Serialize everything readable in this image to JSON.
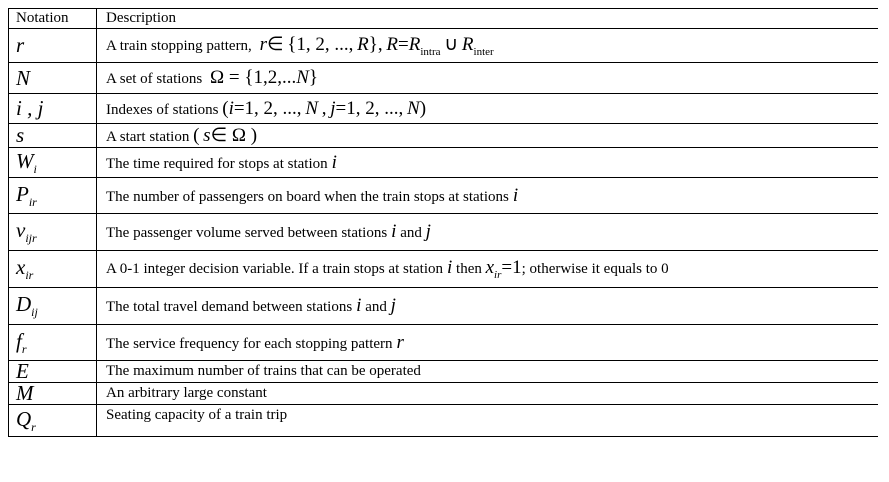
{
  "table": {
    "headers": {
      "notation": "Notation",
      "description": "Description"
    },
    "rows": [
      {
        "symbol": {
          "base": "r",
          "sub": ""
        },
        "description": {
          "text": "A train stopping pattern,",
          "formula": "r ∈ {1, 2, ..., R}, R = R_intra ∪ R_inter"
        }
      },
      {
        "symbol": {
          "base": "N",
          "sub": ""
        },
        "description": {
          "text": "A set of stations",
          "formula": "Ω = {1,2,...N}"
        }
      },
      {
        "symbol": {
          "base": "i , j",
          "sub": ""
        },
        "description": {
          "text": "Indexes of stations",
          "formula": "(i=1, 2, ..., N , j=1, 2, ..., N)"
        }
      },
      {
        "symbol": {
          "base": "s",
          "sub": ""
        },
        "description": {
          "text": "A start station",
          "formula": "(s ∈ Ω)"
        }
      },
      {
        "symbol": {
          "base": "W",
          "sub": "i"
        },
        "description": {
          "text": "The time required for stops at station",
          "formula": "i"
        }
      },
      {
        "symbol": {
          "base": "P",
          "sub": "ir"
        },
        "description": {
          "text": "The number of passengers on board when the train stops at stations",
          "formula": "i"
        }
      },
      {
        "symbol": {
          "base": "v",
          "sub": "ijr"
        },
        "description": {
          "text": "The passenger volume served between stations",
          "formula": "i and j"
        }
      },
      {
        "symbol": {
          "base": "x",
          "sub": "ir"
        },
        "description": {
          "text": "A 0-1 integer decision variable. If a train stops at station",
          "formula": "i then x_ir = 1",
          "tail": "; otherwise it equals to 0"
        }
      },
      {
        "symbol": {
          "base": "D",
          "sub": "ij"
        },
        "description": {
          "text": "The total travel demand between stations",
          "formula": "i and j"
        }
      },
      {
        "symbol": {
          "base": "f",
          "sub": "r"
        },
        "description": {
          "text": "The service frequency for each stopping pattern",
          "formula": "r"
        }
      },
      {
        "symbol": {
          "base": "E",
          "sub": ""
        },
        "description": {
          "text": "The maximum number of trains that can be operated",
          "formula": ""
        }
      },
      {
        "symbol": {
          "base": "M",
          "sub": ""
        },
        "description": {
          "text": "An arbitrary large constant",
          "formula": ""
        }
      },
      {
        "symbol": {
          "base": "Q",
          "sub": "r"
        },
        "description": {
          "text": "Seating capacity of a train trip",
          "formula": ""
        }
      }
    ]
  }
}
